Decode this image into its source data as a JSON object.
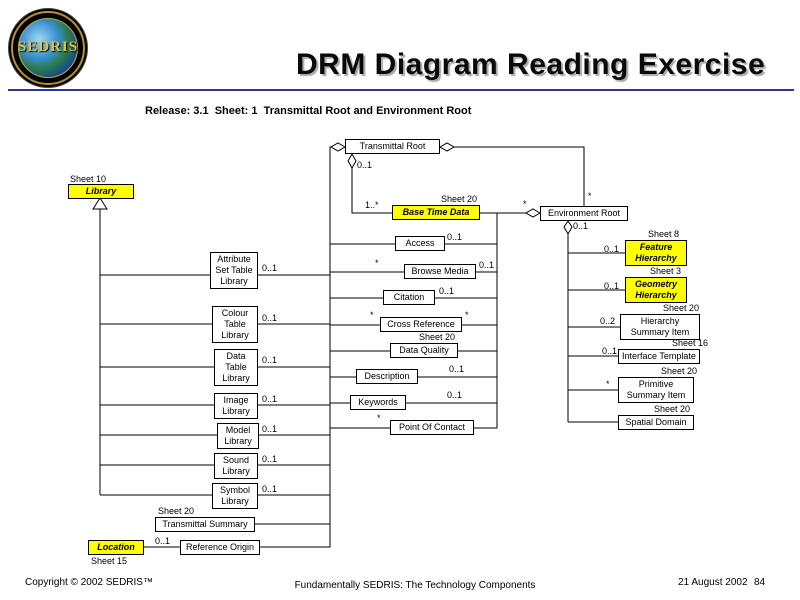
{
  "header": {
    "logo_text": "SEDRIS",
    "title": "DRM Diagram Reading Exercise",
    "subtitle": "Release: 3.1  Sheet: 1  Transmittal Root and Environment Root"
  },
  "footer": {
    "copyright": "Copyright © 2002 SEDRIS™",
    "center": "Fundamentally SEDRIS: The Technology Components",
    "date": "21 August 2002",
    "page": "84"
  },
  "colors": {
    "highlight": "#ffff00",
    "rule": "#33339c",
    "box_border": "#000000"
  },
  "nodes": {
    "transmittal_root": {
      "label": "Transmittal Root"
    },
    "library": {
      "label": "Library",
      "sheet": "Sheet 10"
    },
    "base_time_data": {
      "label": "Base Time Data",
      "sheet": "Sheet 20"
    },
    "environment_root": {
      "label": "Environment Root"
    },
    "access": {
      "label": "Access"
    },
    "browse_media": {
      "label": "Browse Media"
    },
    "citation": {
      "label": "Citation"
    },
    "cross_reference": {
      "label": "Cross Reference"
    },
    "data_quality": {
      "label": "Data Quality",
      "sheet": "Sheet 20"
    },
    "description": {
      "label": "Description"
    },
    "keywords": {
      "label": "Keywords"
    },
    "point_of_contact": {
      "label": "Point Of Contact"
    },
    "attribute_set_table_library": {
      "label": "Attribute Set Table Library"
    },
    "colour_table_library": {
      "label": "Colour Table Library"
    },
    "data_table_library": {
      "label": "Data Table Library"
    },
    "image_library": {
      "label": "Image Library"
    },
    "model_library": {
      "label": "Model Library"
    },
    "sound_library": {
      "label": "Sound Library"
    },
    "symbol_library": {
      "label": "Symbol Library"
    },
    "transmittal_summary": {
      "label": "Transmittal Summary",
      "sheet": "Sheet 20"
    },
    "reference_origin": {
      "label": "Reference Origin"
    },
    "location": {
      "label": "Location",
      "sheet": "Sheet 15"
    },
    "feature_hierarchy": {
      "label": "Feature Hierarchy",
      "sheet": "Sheet 8"
    },
    "geometry_hierarchy": {
      "label": "Geometry Hierarchy",
      "sheet": "Sheet 3"
    },
    "hierarchy_summary_item": {
      "label": "Hierarchy Summary Item",
      "sheet": "Sheet 20"
    },
    "interface_template": {
      "label": "Interface Template",
      "sheet": "Sheet 16"
    },
    "primitive_summary_item": {
      "label": "Primitive Summary Item",
      "sheet": "Sheet 20"
    },
    "spatial_domain": {
      "label": "Spatial Domain",
      "sheet": "Sheet 20"
    }
  },
  "multiplicities": {
    "tr_to_btd": "0..1",
    "btd_left": "1..*",
    "btd_to_er": "*",
    "tr_to_er": "*",
    "er_spine": "0..1",
    "access_r": "0..1",
    "browse_media_l": "*",
    "browse_media_r": "0..1",
    "citation_r": "0..1",
    "cross_reference_l": "*",
    "cross_reference_r": "*",
    "description_r": "0..1",
    "keywords_r": "0..1",
    "point_of_contact_l": "*",
    "attribute_set_table_library": "0..1",
    "colour_table_library": "0..1",
    "data_table_library": "0..1",
    "image_library": "0..1",
    "model_library": "0..1",
    "sound_library": "0..1",
    "symbol_library": "0..1",
    "location": "0..1",
    "feature_hierarchy": "0..1",
    "geometry_hierarchy": "0..1",
    "hierarchy_summary_item": "0..2",
    "interface_template": "0..1",
    "primitive_summary_item": "*"
  }
}
